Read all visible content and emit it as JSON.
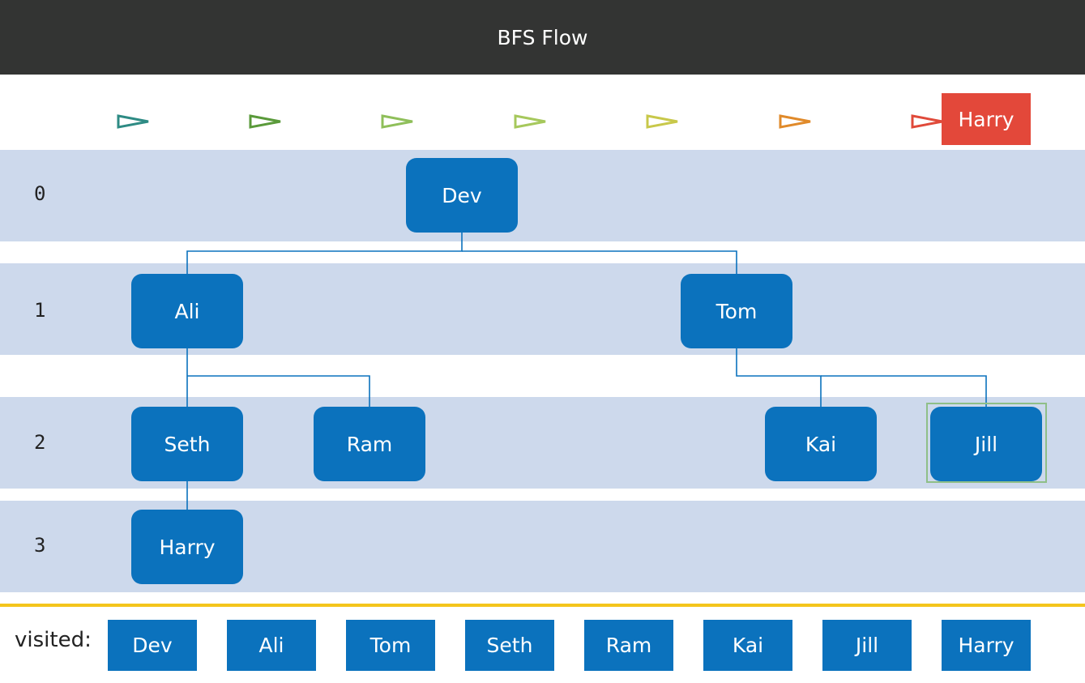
{
  "title": "BFS Flow",
  "target": "Harry",
  "levels": [
    "0",
    "1",
    "2",
    "3"
  ],
  "nodes": {
    "dev": "Dev",
    "ali": "Ali",
    "tom": "Tom",
    "seth": "Seth",
    "ram": "Ram",
    "kai": "Kai",
    "jill": "Jill",
    "harry": "Harry"
  },
  "edges": [
    [
      "Dev",
      "Ali"
    ],
    [
      "Dev",
      "Tom"
    ],
    [
      "Ali",
      "Seth"
    ],
    [
      "Ali",
      "Ram"
    ],
    [
      "Tom",
      "Kai"
    ],
    [
      "Tom",
      "Jill"
    ],
    [
      "Seth",
      "Harry"
    ]
  ],
  "highlighted_node": "Jill",
  "visited_label": "visited:",
  "visited": [
    "Dev",
    "Ali",
    "Tom",
    "Seth",
    "Ram",
    "Kai",
    "Jill",
    "Harry"
  ],
  "step_arrow_colors": [
    "#2e8b84",
    "#5a9a3a",
    "#8fbf5a",
    "#a6c85c",
    "#c8c84a",
    "#e08a2a",
    "#e04a3a"
  ],
  "colors": {
    "header": "#333433",
    "band": "#cdd9ec",
    "node": "#0b72bd",
    "target": "#e3483a",
    "divider": "#f4c51c",
    "edge": "#0b72bd"
  }
}
